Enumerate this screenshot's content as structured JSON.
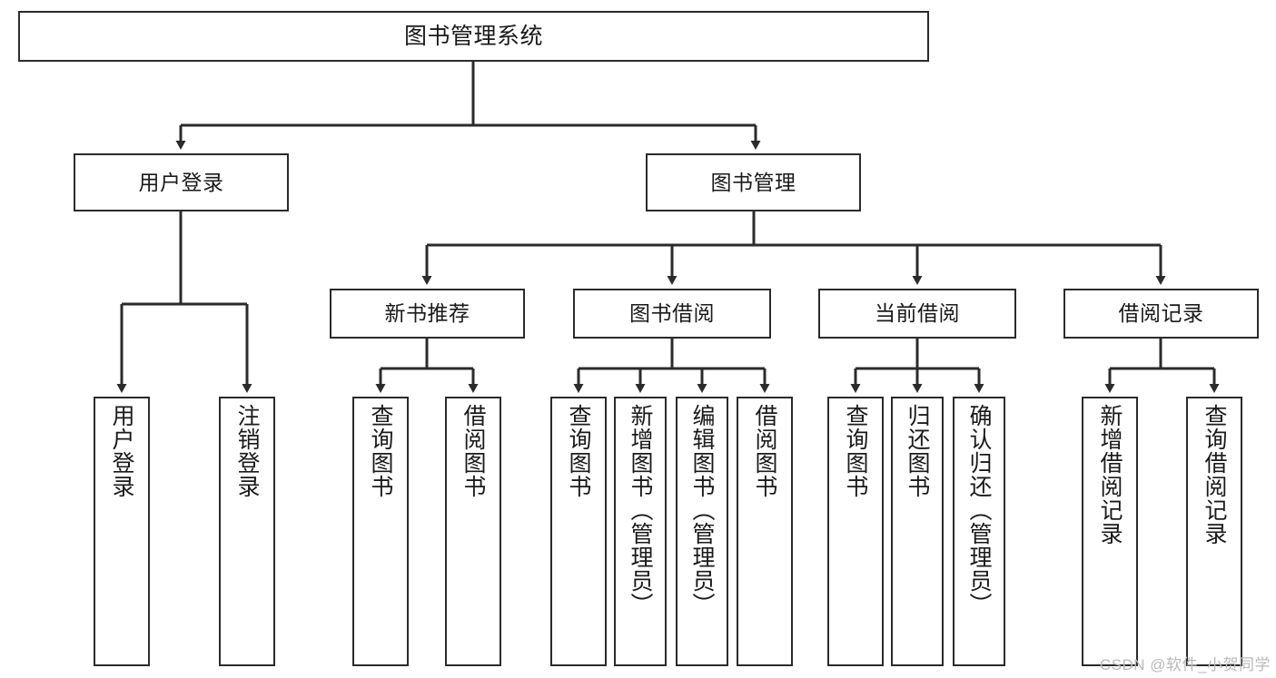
{
  "diagram": {
    "title": "图书管理系统",
    "type": "tree",
    "watermark": "CSDN @软件_小贺同学",
    "colors": {
      "box_border": "#2b2b2b",
      "box_fill": "#ffffff",
      "edge": "#2b2b2b",
      "text": "#1a1a1a",
      "watermark": "#b9b9b9"
    },
    "nodes": {
      "root": {
        "label": "图书管理系统"
      },
      "level2": [
        {
          "label": "用户登录"
        },
        {
          "label": "图书管理"
        }
      ],
      "level3": [
        {
          "label": "新书推荐"
        },
        {
          "label": "图书借阅"
        },
        {
          "label": "当前借阅"
        },
        {
          "label": "借阅记录"
        }
      ],
      "leaves": {
        "user_login": [
          {
            "label": "用户登录"
          },
          {
            "label": "注销登录"
          }
        ],
        "new_book_recommend": [
          {
            "label": "查询图书"
          },
          {
            "label": "借阅图书"
          }
        ],
        "book_borrow": [
          {
            "label": "查询图书"
          },
          {
            "label": "新增图书（管理员）"
          },
          {
            "label": "编辑图书（管理员）"
          },
          {
            "label": "借阅图书"
          }
        ],
        "current_borrow": [
          {
            "label": "查询图书"
          },
          {
            "label": "归还图书"
          },
          {
            "label": "确认归还（管理员）"
          }
        ],
        "borrow_record": [
          {
            "label": "新增借阅记录"
          },
          {
            "label": "查询借阅记录"
          }
        ]
      }
    }
  }
}
